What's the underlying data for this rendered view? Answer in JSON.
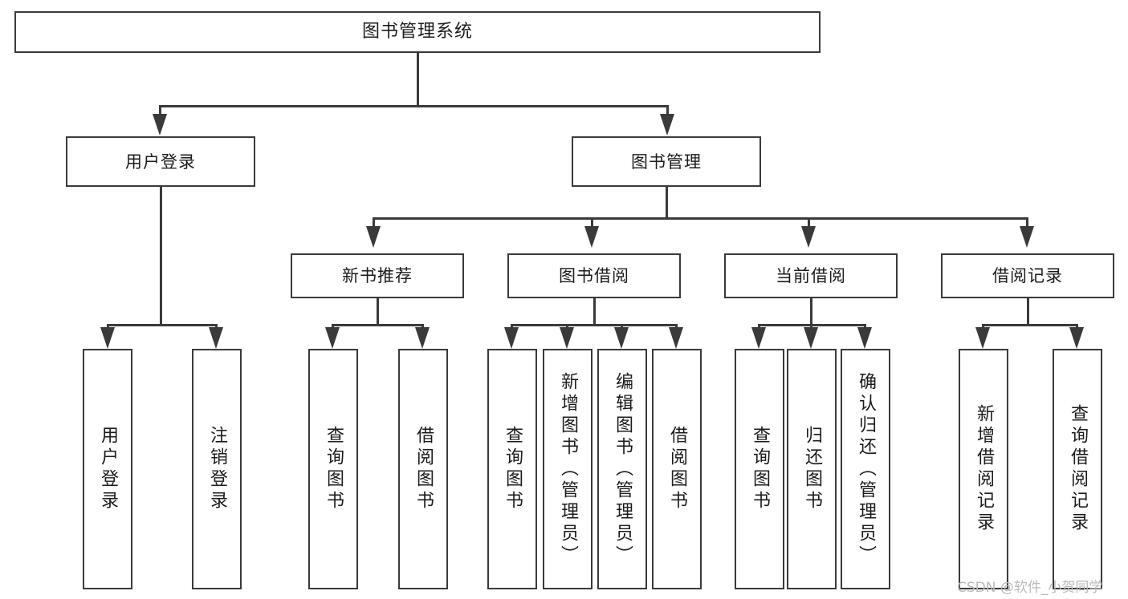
{
  "diagram": {
    "type": "tree-hierarchy-flowchart",
    "title": "图书管理系统",
    "levels": 4,
    "colors": {
      "stroke": "#3a3a3a",
      "fill": "#ffffff",
      "text": "#1b1b1b",
      "watermark": "#b9b9b9"
    }
  },
  "root": {
    "label": "图书管理系统"
  },
  "level2": [
    {
      "label": "用户登录"
    },
    {
      "label": "图书管理"
    }
  ],
  "level3": [
    {
      "label": "新书推荐"
    },
    {
      "label": "图书借阅"
    },
    {
      "label": "当前借阅"
    },
    {
      "label": "借阅记录"
    }
  ],
  "leaves": {
    "user_login": [
      {
        "label": "用户登录"
      },
      {
        "label": "注销登录"
      }
    ],
    "new_books": [
      {
        "label": "查询图书"
      },
      {
        "label": "借阅图书"
      }
    ],
    "borrow_books": [
      {
        "label": "查询图书"
      },
      {
        "label": "新增图书（管理员）"
      },
      {
        "label": "编辑图书（管理员）"
      },
      {
        "label": "借阅图书"
      }
    ],
    "current_borrow": [
      {
        "label": "查询图书"
      },
      {
        "label": "归还图书"
      },
      {
        "label": "确认归还（管理员）"
      }
    ],
    "borrow_records": [
      {
        "label": "新增借阅记录"
      },
      {
        "label": "查询借阅记录"
      }
    ]
  },
  "watermark": {
    "text": "CSDN @软件_小贺同学"
  }
}
